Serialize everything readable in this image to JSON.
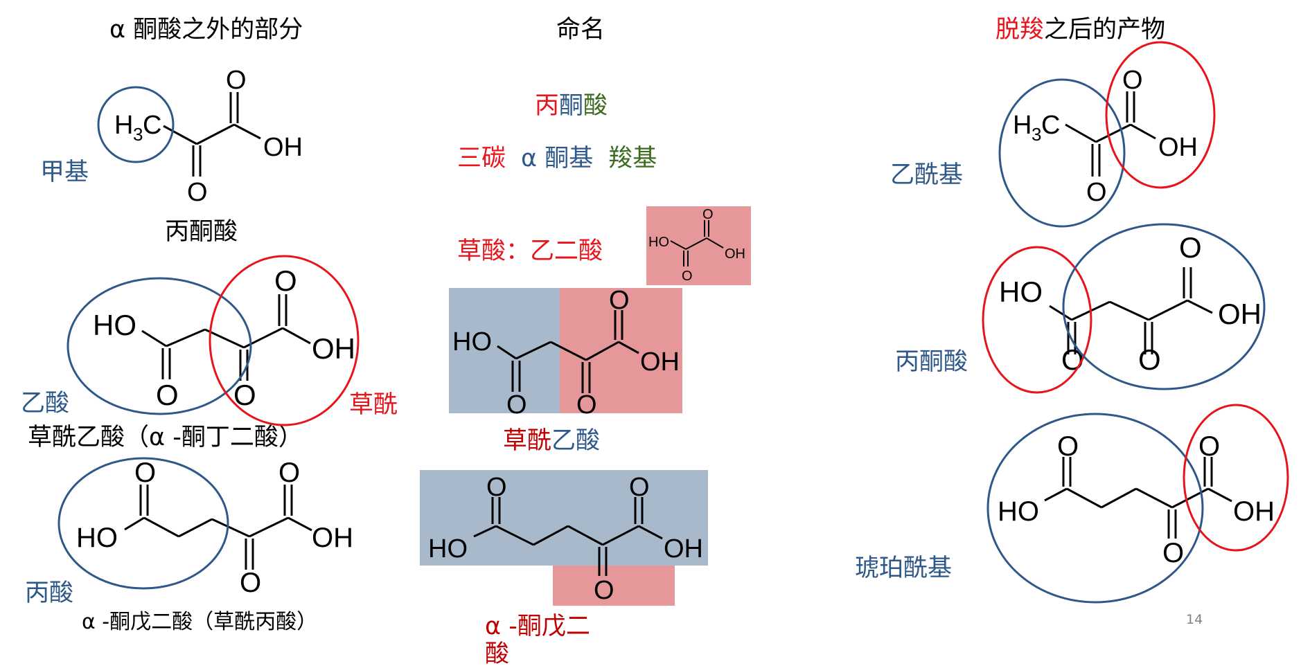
{
  "colors": {
    "blue": "#2e5889",
    "red": "#e8141b",
    "green": "#3a6b1f",
    "dark_red": "#c00000",
    "black": "#000000",
    "shade_blue": "#a9b9cc",
    "shade_red": "#e5979a",
    "grey": "#808080"
  },
  "headers": {
    "left": "α 酮酸之外的部分",
    "middle": "命名",
    "right_part1": "脱羧",
    "right_part2": "之后的产物"
  },
  "left": {
    "methyl": "甲基",
    "pyruvate_name": "丙酮酸",
    "acetic": "乙酸",
    "oxalyl": "草酰",
    "oxaloacetate_name": "草酰乙酸（α -酮丁二酸）",
    "propionic": "丙酸",
    "ketoglutarate_name": "α -酮戊二酸（草酰丙酸）"
  },
  "middle": {
    "pyruvate_p1": "丙",
    "pyruvate_p2": "酮",
    "pyruvate_p3": "酸",
    "line2_p1": "三碳",
    "line2_p2": "α 酮基",
    "line2_p3": "羧基",
    "oxalic": "草酸：乙二酸",
    "oxaloacetate_p1": "草酰",
    "oxaloacetate_p2": "乙酸",
    "ketoglutarate_l1": "α -酮戊二",
    "ketoglutarate_l2": "酸"
  },
  "right": {
    "acetyl": "乙酰基",
    "pyruvate": "丙酮酸",
    "succinyl": "琥珀酰基"
  },
  "atoms": {
    "O": "O",
    "OH": "OH",
    "HO": "HO",
    "H": "H",
    "sub3": "3",
    "C": "C"
  },
  "page_number": "14"
}
